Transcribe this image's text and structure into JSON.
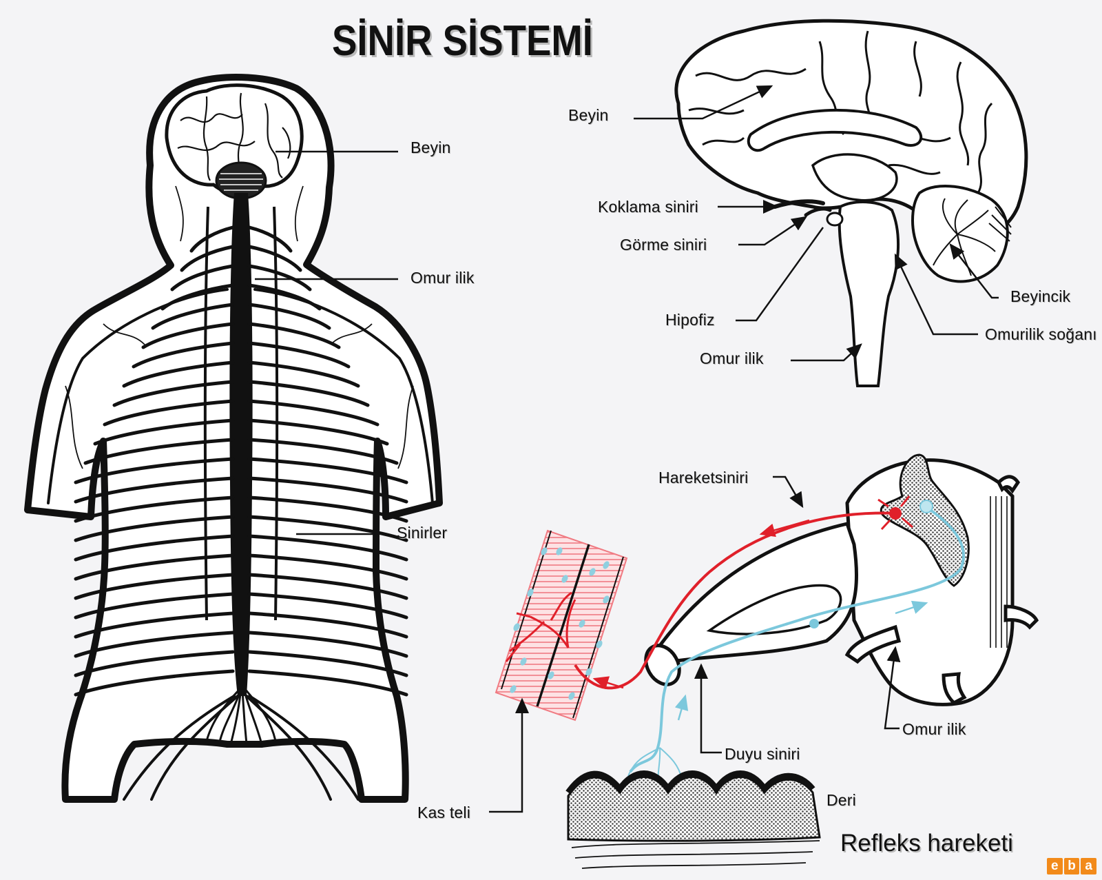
{
  "title": "SİNİR SİSTEMİ",
  "body_labels": {
    "brain": "Beyin",
    "spinal_cord": "Omur ilik",
    "nerves": "Sinirler"
  },
  "brain_labels": {
    "brain": "Beyin",
    "olfactory_nerve": "Koklama siniri",
    "optic_nerve": "Görme siniri",
    "pituitary": "Hipofiz",
    "spinal_cord": "Omur ilik",
    "cerebellum": "Beyincik",
    "medulla": "Omurilik soğanı"
  },
  "reflex_labels": {
    "motor_nerve": "Hareketsiniri",
    "spinal_cord": "Omur ilik",
    "sensory_nerve": "Duyu siniri",
    "muscle_fiber": "Kas teli",
    "skin": "Deri",
    "caption": "Refleks hareketi"
  },
  "logo": [
    "e",
    "b",
    "a"
  ],
  "colors": {
    "motor": "#e0202a",
    "sensory": "#7cc8dc",
    "muscle": "#f07a82",
    "muscle_spot": "#8fd0e0",
    "logo": "#f28a1a",
    "ink": "#111111"
  }
}
